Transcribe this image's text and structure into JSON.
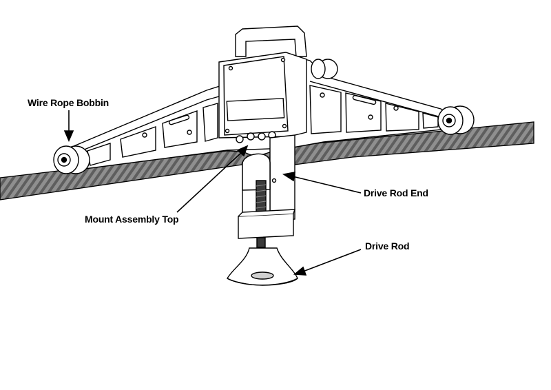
{
  "callouts": {
    "wire_rope_bobbin": "Wire Rope Bobbin",
    "mount_assembly_top": "Mount Assembly Top",
    "drive_rod_end": "Drive Rod End",
    "drive_rod": "Drive Rod"
  },
  "colors": {
    "line": "#000000",
    "fill": "#ffffff",
    "rope_dark": "#6b6b6b",
    "rope_light": "#9a9a9a",
    "shade": "#d0d0d0"
  }
}
